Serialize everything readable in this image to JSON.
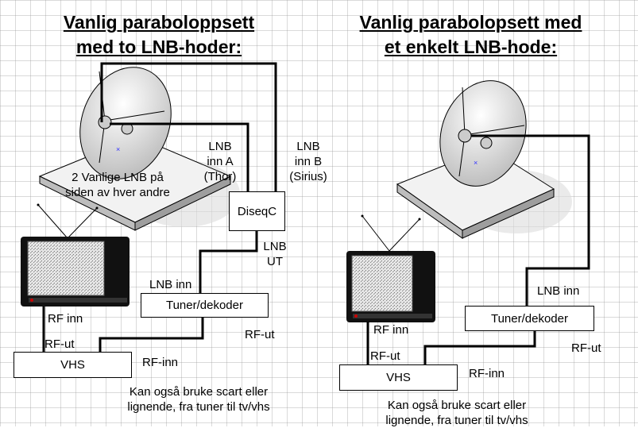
{
  "left": {
    "title_line1": "Vanlig paraboloppsett",
    "title_line2": "med to LNB-hoder:",
    "dish_caption_line1": "2 Vanlige LNB på",
    "dish_caption_line2": "siden av hver andre",
    "lnb_a_line1": "LNB",
    "lnb_a_line2": "inn A",
    "lnb_a_line3": "(Thor)",
    "lnb_b_line1": "LNB",
    "lnb_b_line2": "inn B",
    "lnb_b_line3": "(Sirius)",
    "diseqc": "DiseqC",
    "lnb_ut_line1": "LNB",
    "lnb_ut_line2": "UT",
    "lnb_inn": "LNB inn",
    "tuner": "Tuner/dekoder",
    "rf_ut_tuner": "RF-ut",
    "rf_inn_tv": "RF inn",
    "rf_ut_vhs": "RF-ut",
    "vhs": "VHS",
    "rf_inn_vhs": "RF-inn",
    "note_line1": "Kan også bruke scart eller",
    "note_line2": "lignende, fra tuner til tv/vhs"
  },
  "right": {
    "title_line1": "Vanlig parabolopsett med",
    "title_line2": "et enkelt LNB-hode:",
    "lnb_inn": "LNB inn",
    "tuner": "Tuner/dekoder",
    "rf_ut_tuner": "RF-ut",
    "rf_inn_tv": "RF inn",
    "rf_ut_vhs": "RF-ut",
    "vhs": "VHS",
    "rf_inn_vhs": "RF-inn",
    "note_line1": "Kan også bruke scart eller",
    "note_line2": "lignende, fra tuner til tv/vhs"
  },
  "colors": {
    "line": "#000000",
    "dish": "#d9d9d9",
    "dish_shadow": "#c8c8c8",
    "tv_screen": "#e8e8e8",
    "tv_body": "#111111"
  }
}
